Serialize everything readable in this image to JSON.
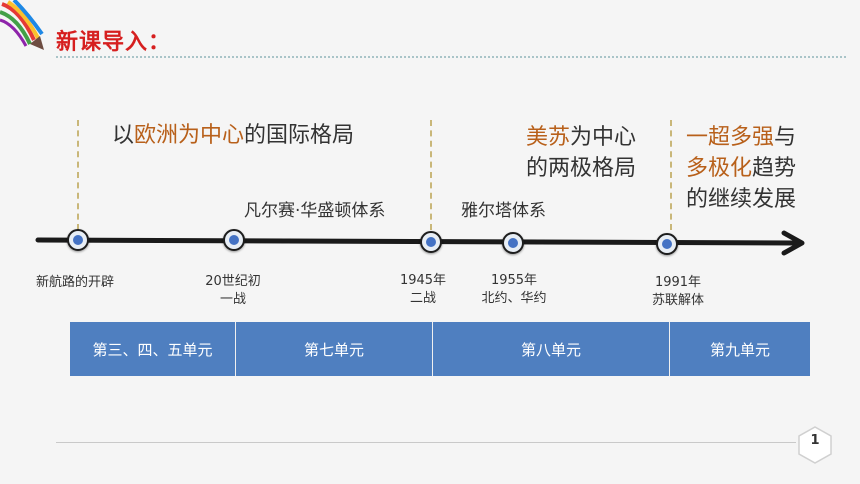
{
  "header": {
    "title": "新课导入："
  },
  "headings": {
    "europe": {
      "prefix": "以",
      "emphasis": "欧洲为中心",
      "suffix": "的国际格局"
    },
    "bipolar": {
      "emphasis": "美苏",
      "line1_rest": "为中心",
      "line2": "的两极格局"
    },
    "multipolar": {
      "emphasis1": "一超多强",
      "line1_rest": "与",
      "emphasis2": "多极化",
      "line2_rest": "趋势",
      "line3": "的继续发展"
    }
  },
  "systems": {
    "versailles": "凡尔赛·华盛顿体系",
    "yalta": "雅尔塔体系"
  },
  "events": [
    {
      "line1": "新航路的开辟",
      "line2": ""
    },
    {
      "line1": "20世纪初",
      "line2": "一战"
    },
    {
      "line1": "1945年",
      "line2": "二战"
    },
    {
      "line1": "1955年",
      "line2": "北约、华约"
    },
    {
      "line1": "1991年",
      "line2": "苏联解体"
    }
  ],
  "units": [
    {
      "label": "第三、四、五单元"
    },
    {
      "label": "第七单元"
    },
    {
      "label": "第八单元"
    },
    {
      "label": "第九单元"
    }
  ],
  "footer": {
    "page_number": "1"
  },
  "colors": {
    "title": "#d61f1f",
    "emphasis": "#b8601a",
    "unit_bar": "#4f7fc0",
    "node_fill": "#4472c4",
    "guide_line": "#c9b779"
  }
}
